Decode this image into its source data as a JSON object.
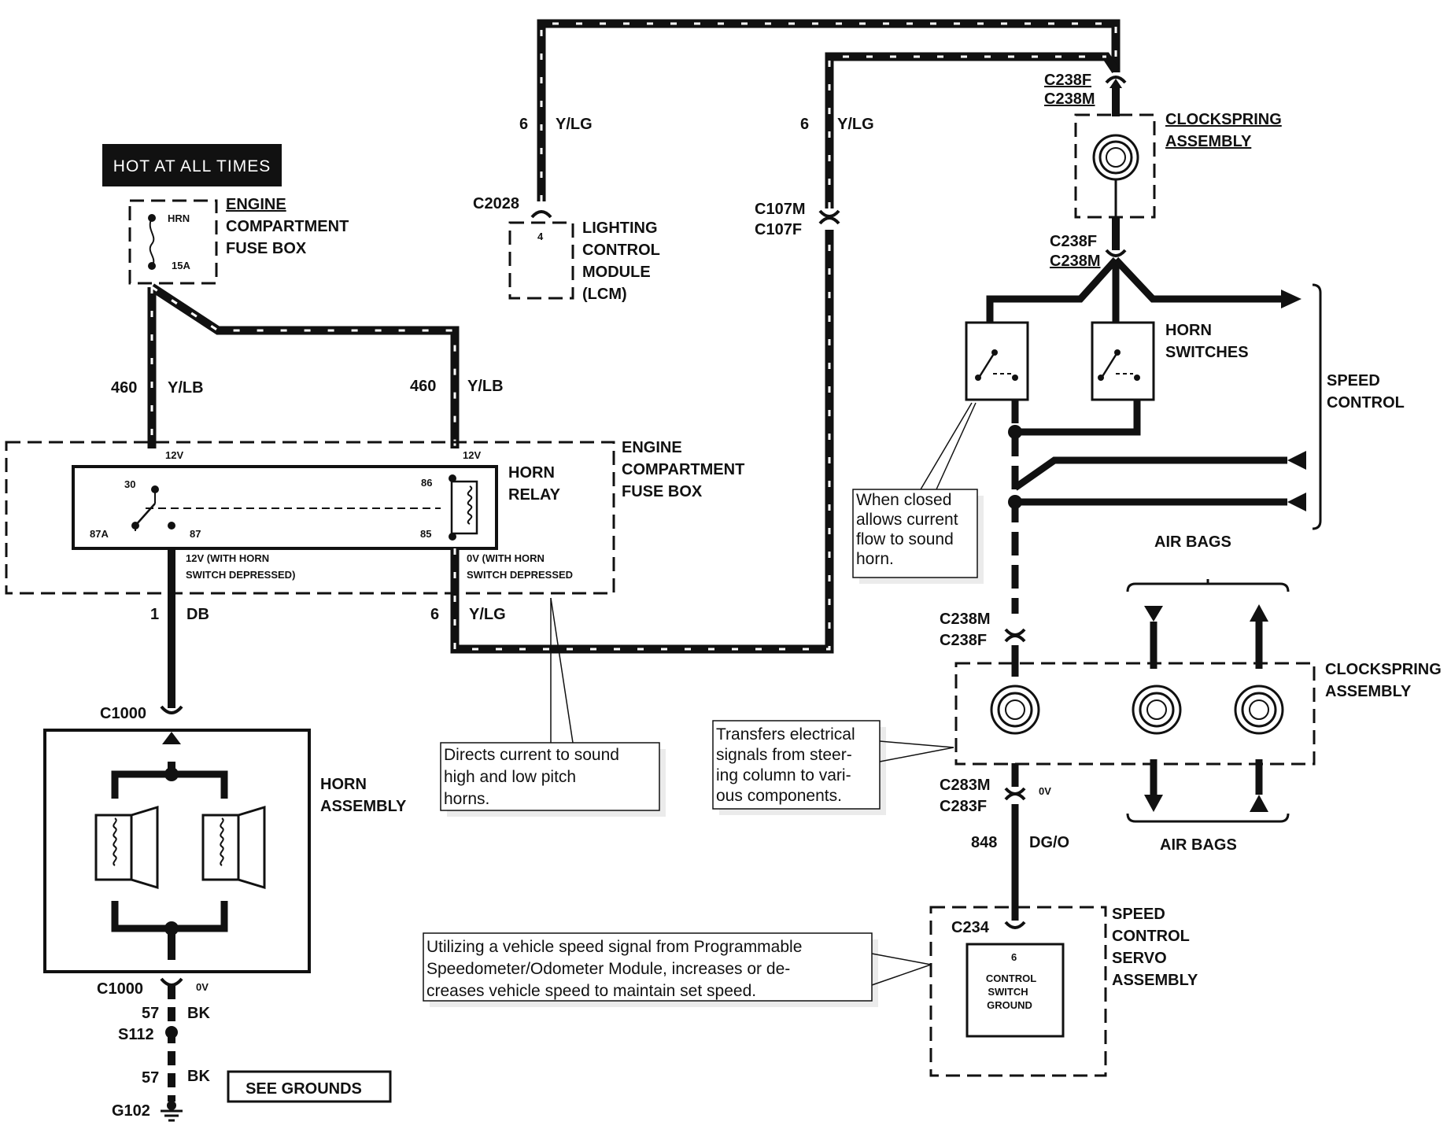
{
  "hot_label": "HOT AT ALL TIMES",
  "fuse_box_top": {
    "lines": [
      "ENGINE",
      "COMPARTMENT",
      "FUSE BOX"
    ],
    "fuse_name": "HRN",
    "fuse_rating": "15A"
  },
  "wire_460_left": {
    "circuit": "460",
    "color": "Y/LB"
  },
  "wire_460_right": {
    "circuit": "460",
    "color": "Y/LB"
  },
  "fuse_box_relay": {
    "lines": [
      "ENGINE",
      "COMPARTMENT",
      "FUSE BOX"
    ]
  },
  "horn_relay": {
    "lines": [
      "HORN",
      "RELAY"
    ],
    "pin_30": "30",
    "pin_86": "86",
    "pin_87a": "87A",
    "pin_87": "87",
    "pin_85": "85",
    "v_left": "12V",
    "v_right": "12V",
    "out_left": [
      "12V (WITH HORN",
      "SWITCH DEPRESSED)"
    ],
    "out_right": [
      "0V (WITH HORN",
      "SWITCH DEPRESSED"
    ]
  },
  "wire_1": {
    "circuit": "1",
    "color": "DB"
  },
  "wire_6_relay": {
    "circuit": "6",
    "color": "Y/LG"
  },
  "wire_6_lcm": {
    "circuit": "6",
    "color": "Y/LG"
  },
  "wire_6_mid": {
    "circuit": "6",
    "color": "Y/LG"
  },
  "c2028": "C2028",
  "lcm": {
    "pin": "4",
    "lines": [
      "LIGHTING",
      "CONTROL",
      "MODULE",
      "(LCM)"
    ]
  },
  "c107": [
    "C107M",
    "C107F"
  ],
  "c238_top": [
    "C238F",
    "C238M"
  ],
  "clockspring_top": [
    "CLOCKSPRING",
    "ASSEMBLY"
  ],
  "c238_mid": [
    "C238F",
    "C238M"
  ],
  "horn_switches": [
    "HORN",
    "SWITCHES"
  ],
  "speed_control_top": [
    "SPEED",
    "CONTROL"
  ],
  "air_bags_top": "AIR BAGS",
  "note_switch": [
    "When   closed",
    "allows current",
    "flow to sound",
    "horn."
  ],
  "c238_lower": [
    "C238M",
    "C238F"
  ],
  "clockspring_lower": [
    "CLOCKSPRING",
    "ASSEMBLY"
  ],
  "note_clockspring": [
    "Transfers electrical",
    "signals from steer-",
    "ing column to vari-",
    "ous components."
  ],
  "c283": [
    "C283M",
    "C283F"
  ],
  "v_0v_c283": "0V",
  "air_bags_bottom": "AIR BAGS",
  "wire_848": {
    "circuit": "848",
    "color": "DG/O"
  },
  "c234": "C234",
  "servo": {
    "pin": "6",
    "box_lines": [
      "CONTROL",
      "SWITCH",
      "GROUND"
    ],
    "lines": [
      "SPEED",
      "CONTROL",
      "SERVO",
      "ASSEMBLY"
    ]
  },
  "note_speed": [
    "Utilizing a vehicle speed signal from Programmable",
    "Speedometer/Odometer Module, increases or de-",
    "creases vehicle speed to maintain set speed."
  ],
  "note_relay": [
    "Directs current to sound",
    "high   and   low   pitch",
    "horns."
  ],
  "c1000_top": "C1000",
  "horn_assembly": [
    "HORN",
    "ASSEMBLY"
  ],
  "c1000_bottom": "C1000",
  "v_0v_c1000": "0V",
  "wire_57_a": {
    "circuit": "57",
    "color": "BK"
  },
  "s112": "S112",
  "wire_57_b": {
    "circuit": "57",
    "color": "BK"
  },
  "g102": "G102",
  "see_grounds": "SEE GROUNDS"
}
